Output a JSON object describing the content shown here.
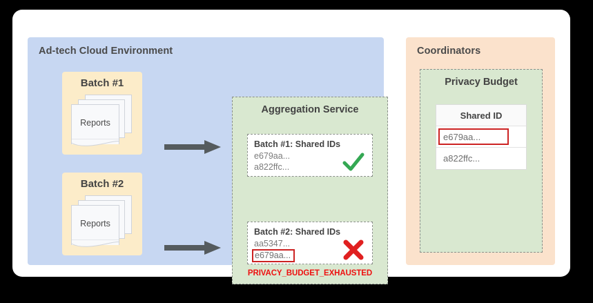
{
  "adtech": {
    "title": "Ad-tech Cloud Environment",
    "batches": [
      {
        "label": "Batch #1",
        "doc_label": "Reports"
      },
      {
        "label": "Batch #2",
        "doc_label": "Reports"
      }
    ],
    "aggregation": {
      "title": "Aggregation Service",
      "cards": [
        {
          "title": "Batch #1: Shared IDs",
          "ids": [
            "e679aa...",
            "a822ffc..."
          ],
          "highlighted_id": null,
          "status_icon": "check-icon",
          "status_color": "#34a853"
        },
        {
          "title": "Batch #2: Shared IDs",
          "ids": [
            "aa5347...",
            "e679aa..."
          ],
          "highlighted_id": "e679aa...",
          "status_icon": "cross-icon",
          "status_color": "#e02020"
        }
      ],
      "error_label": "PRIVACY_BUDGET_EXHAUSTED"
    }
  },
  "coordinators": {
    "title": "Coordinators",
    "privacy_budget": {
      "title": "Privacy Budget",
      "table": {
        "header": "Shared ID",
        "rows": [
          {
            "value": "e679aa...",
            "highlighted": true
          },
          {
            "value": "a822ffc...",
            "highlighted": false
          }
        ]
      }
    }
  },
  "colors": {
    "adtech_panel": "#c7d7f2",
    "coordinators_panel": "#fbe2cc",
    "batch_box": "#fcecc9",
    "service_green": "#d9e8d0",
    "arrow": "#555b5e",
    "success": "#34a853",
    "error": "#e02020",
    "error_text": "#ee1111"
  },
  "icons": {
    "arrow1": "arrow-right-icon",
    "arrow2": "arrow-right-icon",
    "reports": "document-stack-icon"
  }
}
